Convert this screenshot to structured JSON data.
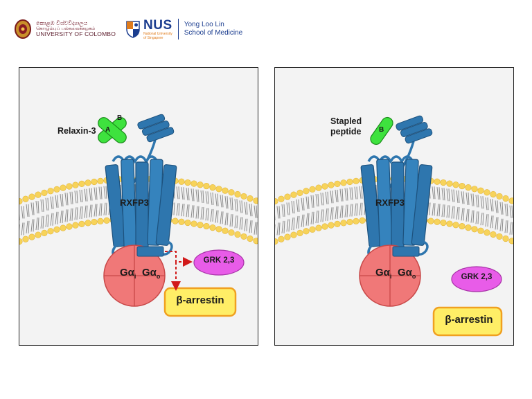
{
  "header": {
    "uoc_sinhala": "කොළඹ විශ්වවිද්‍යාලය",
    "uoc_tamil": "கொழும்புப் பல்கலைக்கழகம்",
    "uoc_name": "UNIVERSITY OF COLOMBO",
    "nus_wordmark": "NUS",
    "nus_sub1": "National University",
    "nus_sub2": "of Singapore",
    "med_line1": "Yong Loo Lin",
    "med_line2": "School of Medicine"
  },
  "colors": {
    "receptor": "#2e76ae",
    "receptor_dark": "#1d527e",
    "ligand": "#3ee23e",
    "g_protein": "#f07878",
    "grk": "#e85ce8",
    "arrestin": "#ffee66",
    "arrestin_border": "#f0a020",
    "lipid_head": "#f7d35a",
    "arrow": "#d11a1a"
  },
  "left_panel": {
    "ligand_label": "Relaxin-3",
    "chain_a": "A",
    "chain_b": "B",
    "receptor": "RXFP3",
    "galpha_i": "Gα",
    "sub_i": "i",
    "galpha_o": "Gα",
    "sub_o": "o",
    "grk": "GRK 2,3",
    "arrestin": "β-arrestin"
  },
  "right_panel": {
    "ligand_label_1": "Stapled",
    "ligand_label_2": "peptide",
    "chain_b": "B",
    "receptor": "RXFP3",
    "galpha_i": "Gα",
    "sub_i": "i",
    "galpha_o": "Gα",
    "sub_o": "o",
    "grk": "GRK 2,3",
    "arrestin": "β-arrestin"
  }
}
